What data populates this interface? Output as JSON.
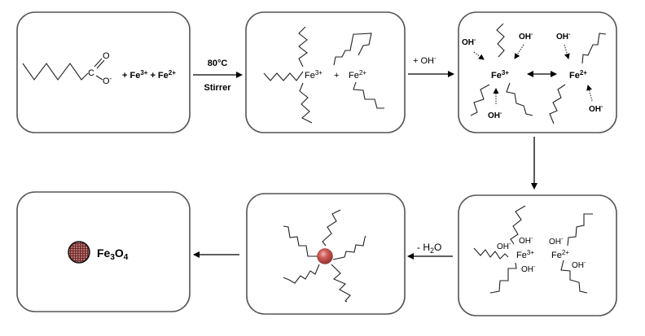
{
  "diagram": {
    "title": "Synthesis of oleate-coated Fe3O4 nanoparticles",
    "steps": [
      {
        "id": "step-1",
        "name": "carboxylate-plus-iron-ions",
        "labels": {
          "carbon": "C",
          "oxygen_double": "O",
          "oxygen_minus": "O",
          "oxygen_minus_charge": "-",
          "reactants": "+ Fe",
          "fe3_charge": "3+",
          "plus": "+ Fe",
          "fe2_charge": "2+"
        }
      },
      {
        "id": "step-2",
        "name": "iron-carboxylate-complexes",
        "labels": {
          "fe3": "Fe",
          "fe3_charge": "3+",
          "plus": "+",
          "fe2": "Fe",
          "fe2_charge": "2+"
        }
      },
      {
        "id": "step-3",
        "name": "hydroxide-attack",
        "labels": {
          "fe3": "Fe",
          "fe3_charge": "3+",
          "fe2": "Fe",
          "fe2_charge": "2+",
          "oh": "OH",
          "oh_charge": "-"
        }
      },
      {
        "id": "step-4",
        "name": "iron-hydroxide-complexes",
        "labels": {
          "fe3": "Fe",
          "fe3_charge": "3+",
          "fe2": "Fe",
          "fe2_charge": "2+",
          "oh": "OH",
          "oh_charge": "-"
        }
      },
      {
        "id": "step-5",
        "name": "coated-nanoparticle",
        "labels": {}
      },
      {
        "id": "step-6",
        "name": "magnetite-product",
        "labels": {
          "fe": "Fe",
          "sub3": "3",
          "o": "O",
          "sub4": "4"
        }
      }
    ],
    "arrows": [
      {
        "from": "step-1",
        "to": "step-2",
        "top_label": "80°C",
        "bottom_label": "Stirrer"
      },
      {
        "from": "step-2",
        "to": "step-3",
        "top_label": "+ OH",
        "top_label_charge": "-"
      },
      {
        "from": "step-3",
        "to": "step-4"
      },
      {
        "from": "step-4",
        "to": "step-5",
        "top_label_prefix": "- H",
        "top_label_sub": "2",
        "top_label_suffix": "O"
      },
      {
        "from": "step-5",
        "to": "step-6"
      }
    ],
    "colors": {
      "nanoparticle": "#c0504d",
      "magnetite": "#7a2a2a"
    }
  }
}
